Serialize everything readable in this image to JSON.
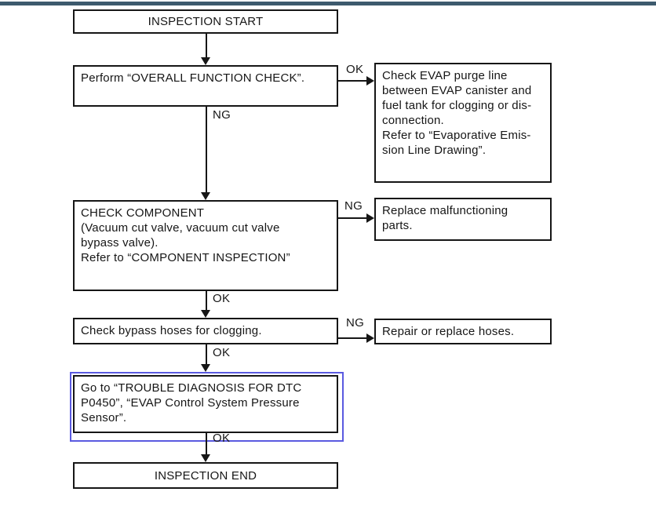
{
  "page": {
    "top_bar_color": "#3d5a6d",
    "highlight_color": "#5a5ae0"
  },
  "flowchart": {
    "nodes": {
      "start": {
        "text": "INSPECTION START"
      },
      "overall_check": {
        "text": "Perform “OVERALL FUNCTION CHECK”."
      },
      "evap_purge": {
        "text": "Check EVAP purge line\nbetween EVAP canister and\nfuel tank for clogging or dis-\nconnection.\nRefer to “Evaporative Emis-\nsion Line Drawing”."
      },
      "check_component": {
        "text": "CHECK COMPONENT\n(Vacuum cut valve, vacuum cut valve\nbypass valve).\nRefer to “COMPONENT INSPECTION”"
      },
      "replace_parts": {
        "text": "Replace malfunctioning\nparts."
      },
      "bypass_hoses": {
        "text": "Check bypass hoses for clogging."
      },
      "repair_hoses": {
        "text": "Repair or replace hoses."
      },
      "goto_dtc": {
        "text": "Go to “TROUBLE DIAGNOSIS FOR DTC\nP0450”, “EVAP Control System Pressure\nSensor”."
      },
      "end": {
        "text": "INSPECTION END"
      }
    },
    "edge_labels": {
      "overall_ok": "OK",
      "overall_ng": "NG",
      "component_ng": "NG",
      "component_ok": "OK",
      "bypass_ng": "NG",
      "bypass_ok": "OK",
      "goto_ok": "OK"
    }
  }
}
